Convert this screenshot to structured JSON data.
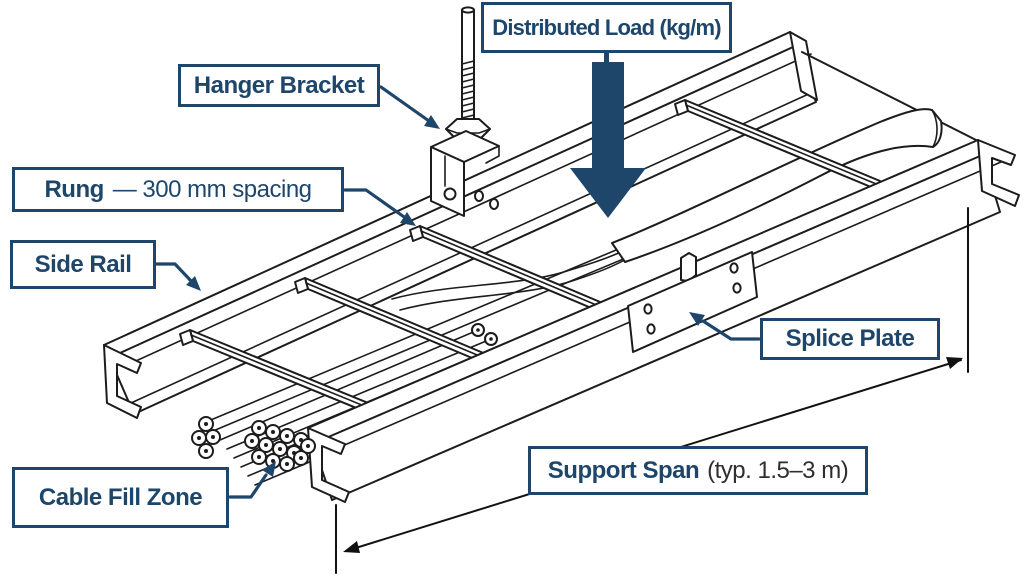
{
  "colors": {
    "background": "#ffffff",
    "accent": "#1e466b",
    "line": "#1c1c1c",
    "dimension": "#111111",
    "detail": "#2e2e2e"
  },
  "callouts": {
    "distributed_load": {
      "label": "Distributed Load (kg/m)"
    },
    "hanger_bracket": {
      "label": "Hanger Bracket"
    },
    "rung": {
      "label": "Rung",
      "detail": "— 300 mm spacing"
    },
    "side_rail": {
      "label": "Side Rail"
    },
    "cable_fill_zone": {
      "label": "Cable Fill Zone"
    },
    "splice_plate": {
      "label": "Splice Plate"
    },
    "support_span": {
      "label": "Support Span",
      "detail": "(typ. 1.5–3 m)"
    }
  }
}
